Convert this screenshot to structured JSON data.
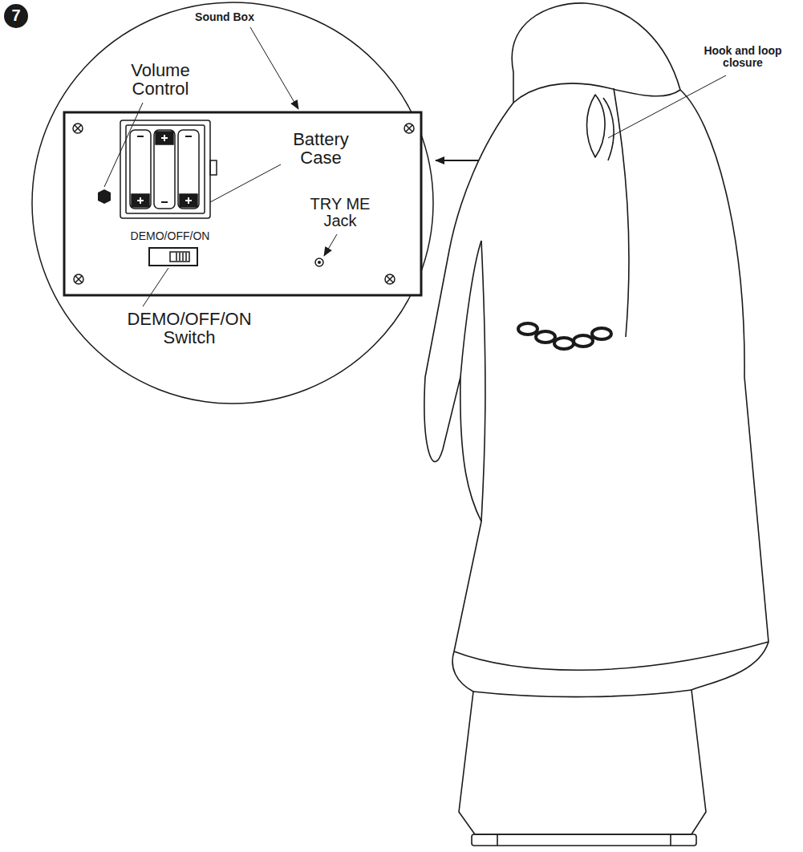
{
  "diagram": {
    "labels": [
      "7",
      "Sound Box",
      "Volume Control",
      "Battery Case",
      "DEMO/OFF/ON",
      "TRY ME Jack",
      "DEMO/OFF/ON Switch",
      "Hook and loop closure"
    ]
  }
}
